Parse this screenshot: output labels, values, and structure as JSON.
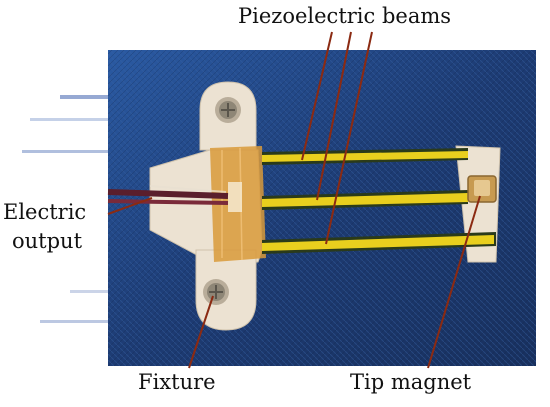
{
  "labels": {
    "piezoelectric_beams": "Piezoelectric beams",
    "electric_output_line1": "Electric",
    "electric_output_line2": "output",
    "fixture": "Fixture",
    "tip_magnet": "Tip magnet"
  },
  "colors": {
    "background": "#ffffff",
    "fabric": "#1f3f7a",
    "fixture": "#ece2d2",
    "beam": "#e9cf1e",
    "beam_edge": "#2a3a1a",
    "pointer": "#8b2a12",
    "wire_dark": "#5a1e2c",
    "clamp": "#d99a3a",
    "magnet": "#c79a50"
  }
}
